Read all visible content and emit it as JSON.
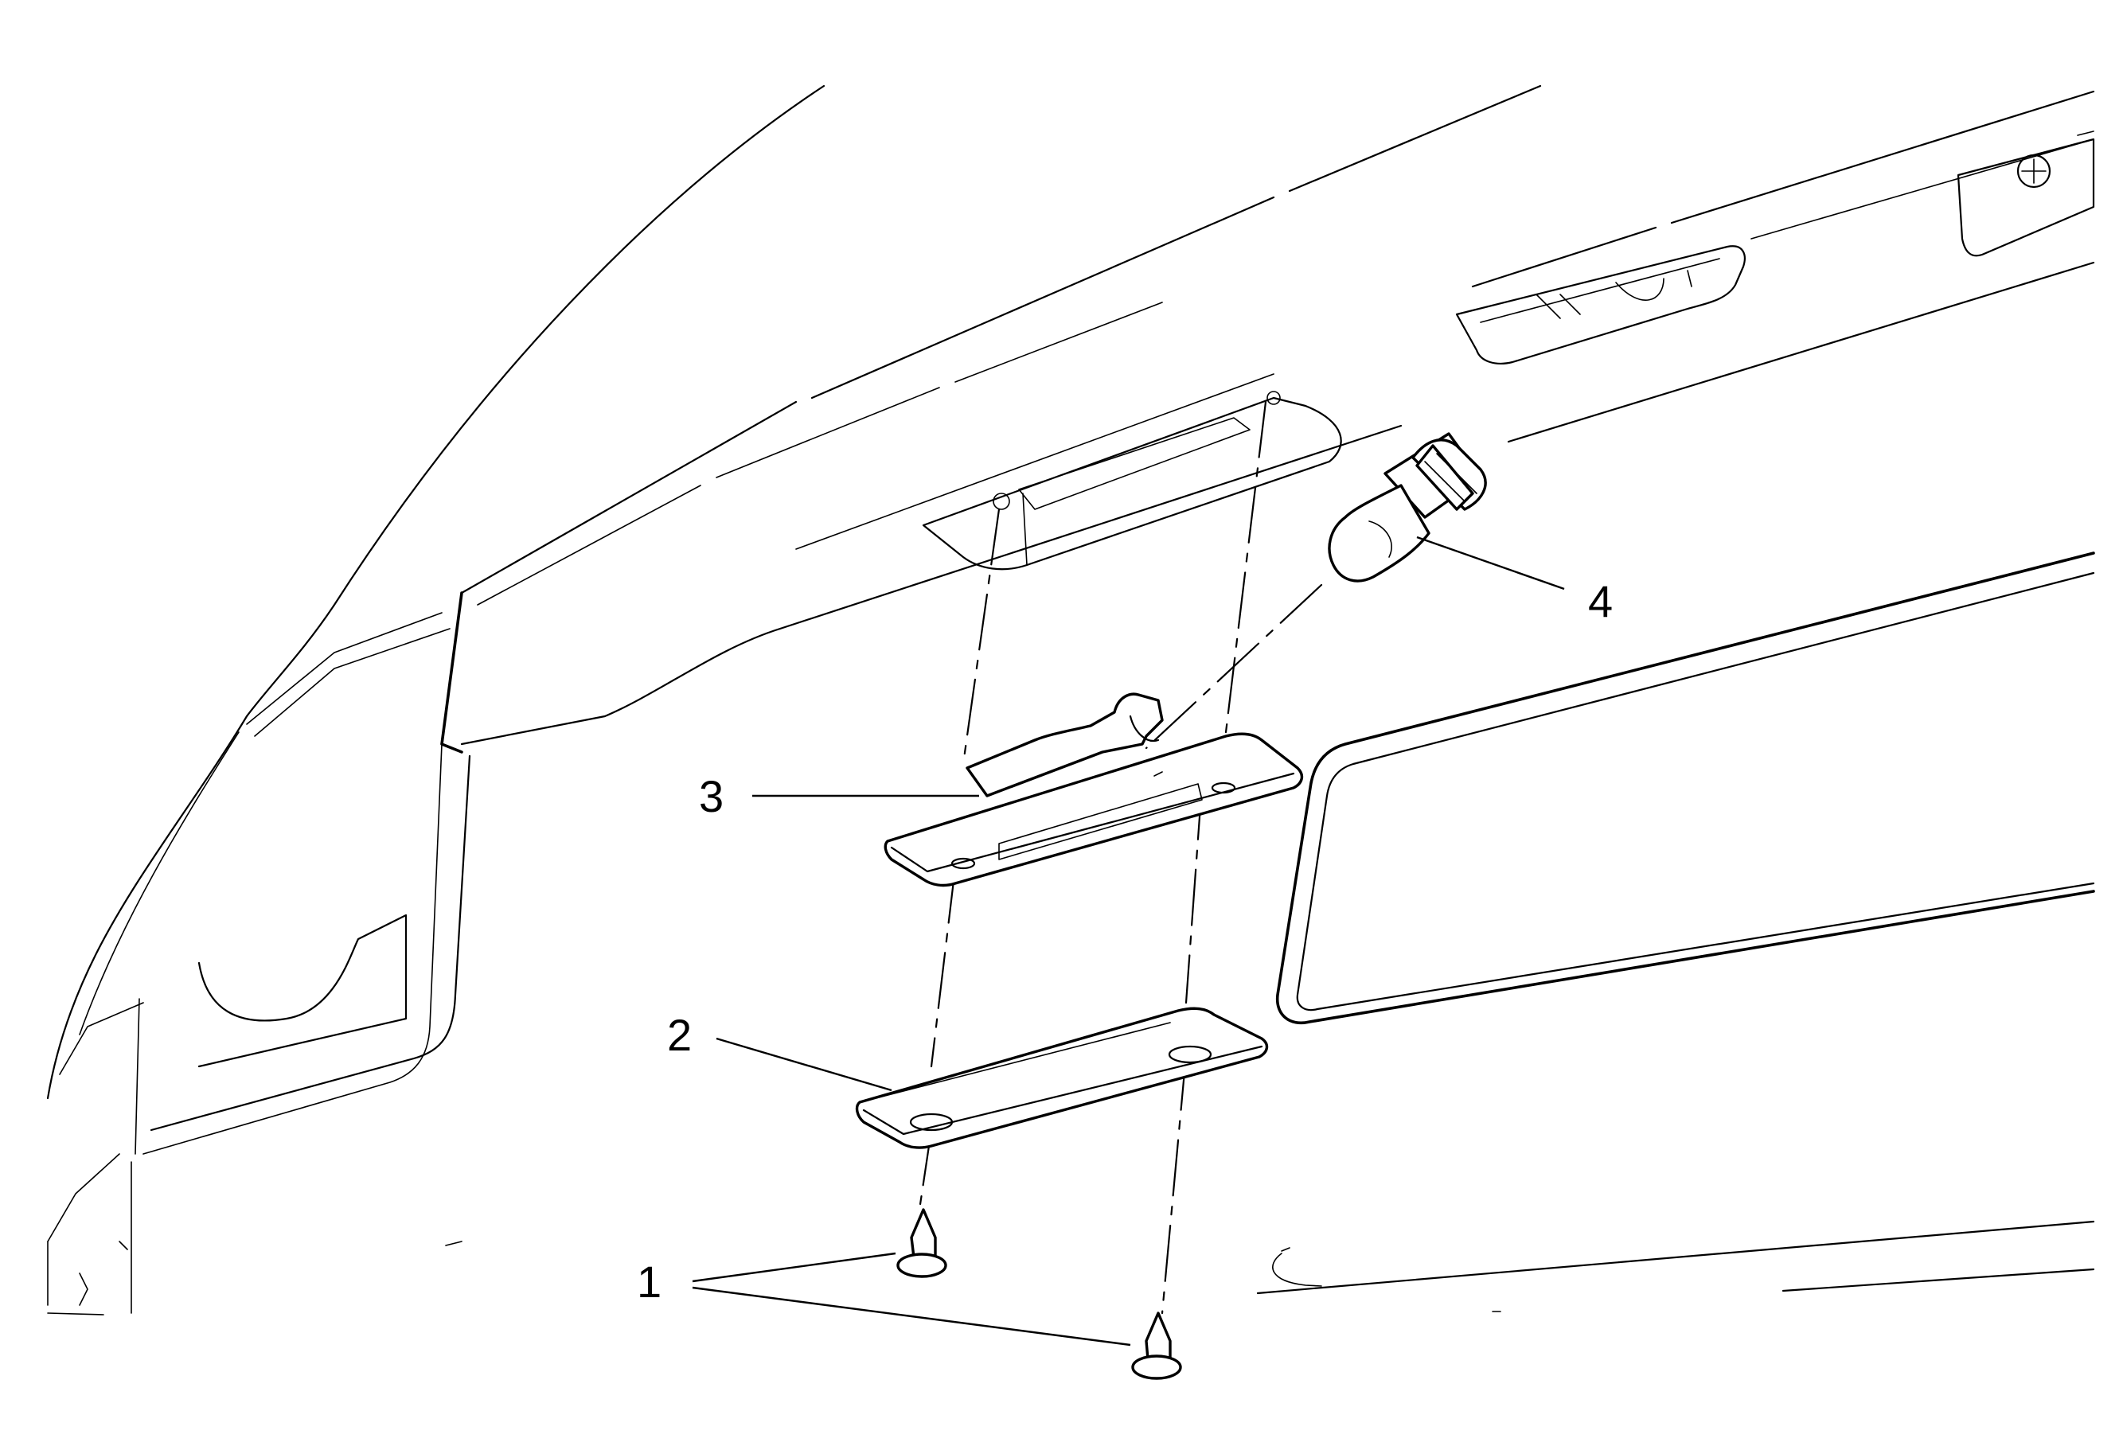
{
  "callouts": [
    {
      "id": "1",
      "label": "1",
      "part": "push-pin-retainer"
    },
    {
      "id": "2",
      "label": "2",
      "part": "license-lamp-gasket"
    },
    {
      "id": "3",
      "label": "3",
      "part": "license-lamp-assembly"
    },
    {
      "id": "4",
      "label": "4",
      "part": "lamp-bulb"
    }
  ]
}
